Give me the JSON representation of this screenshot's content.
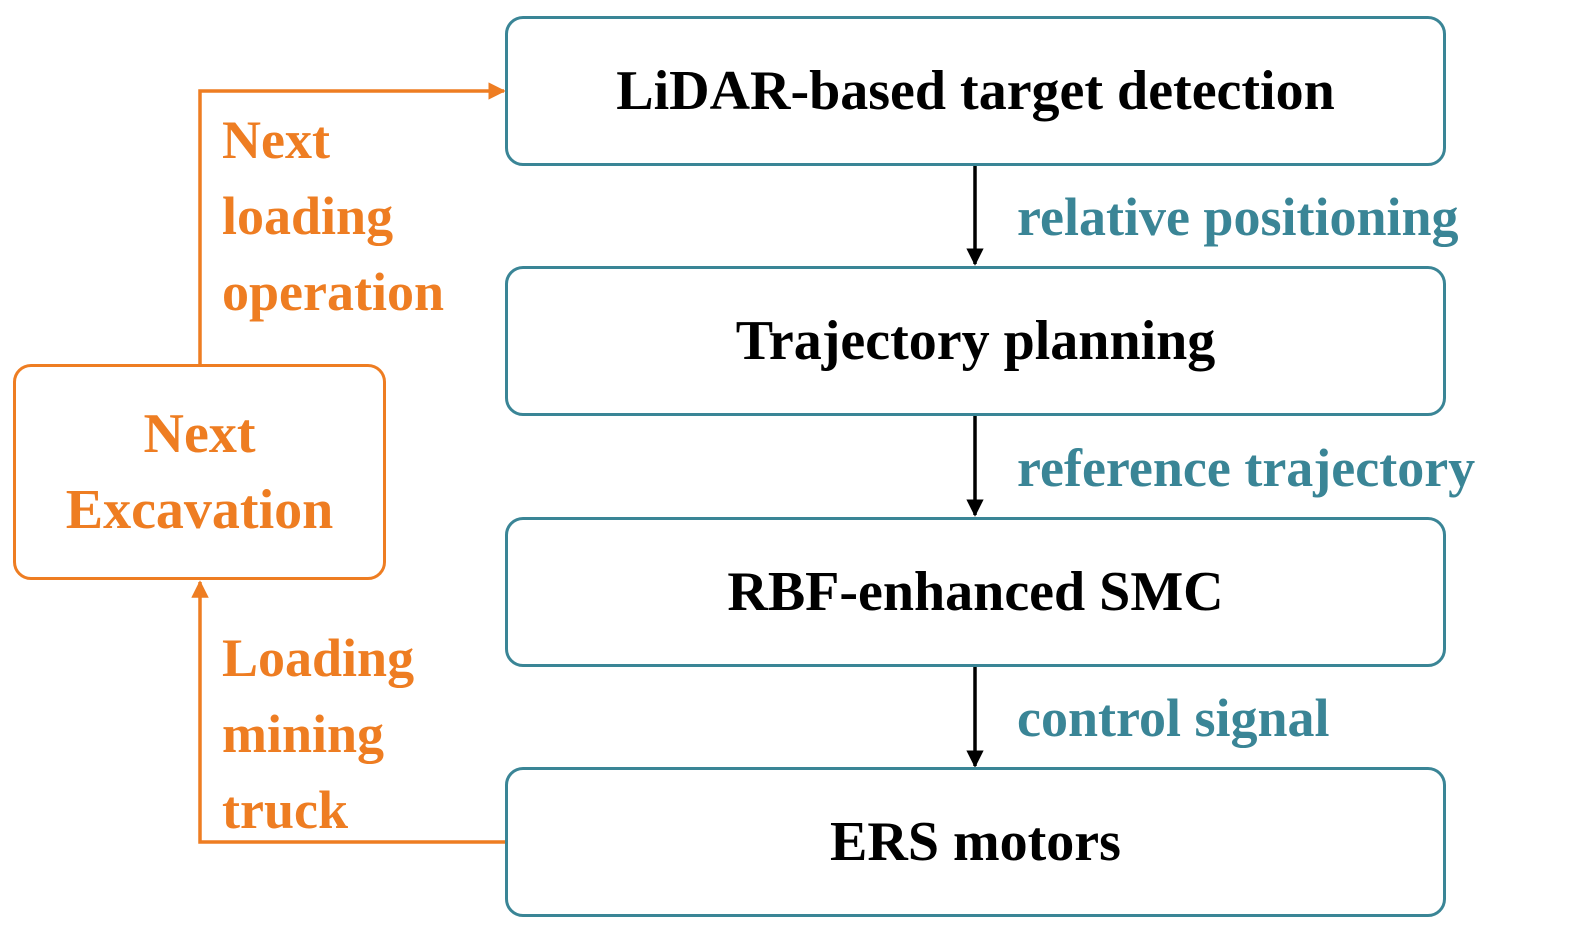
{
  "colors": {
    "box_border": "#3a8596",
    "flow_label": "#3a8596",
    "loop": "#ee7d22",
    "arrow": "#000000"
  },
  "pipeline": {
    "steps": [
      {
        "label": "LiDAR-based target detection"
      },
      {
        "label": "Trajectory planning"
      },
      {
        "label": "RBF-enhanced SMC"
      },
      {
        "label": "ERS motors"
      }
    ],
    "transitions": [
      {
        "label": "relative positioning"
      },
      {
        "label": "reference trajectory"
      },
      {
        "label": "control signal"
      }
    ]
  },
  "loop": {
    "box": {
      "line1": "Next",
      "line2": "Excavation"
    },
    "upper_label": {
      "line1": "Next",
      "line2": "loading",
      "line3": "operation"
    },
    "lower_label": {
      "line1": "Loading",
      "line2": "mining",
      "line3": "truck"
    }
  }
}
